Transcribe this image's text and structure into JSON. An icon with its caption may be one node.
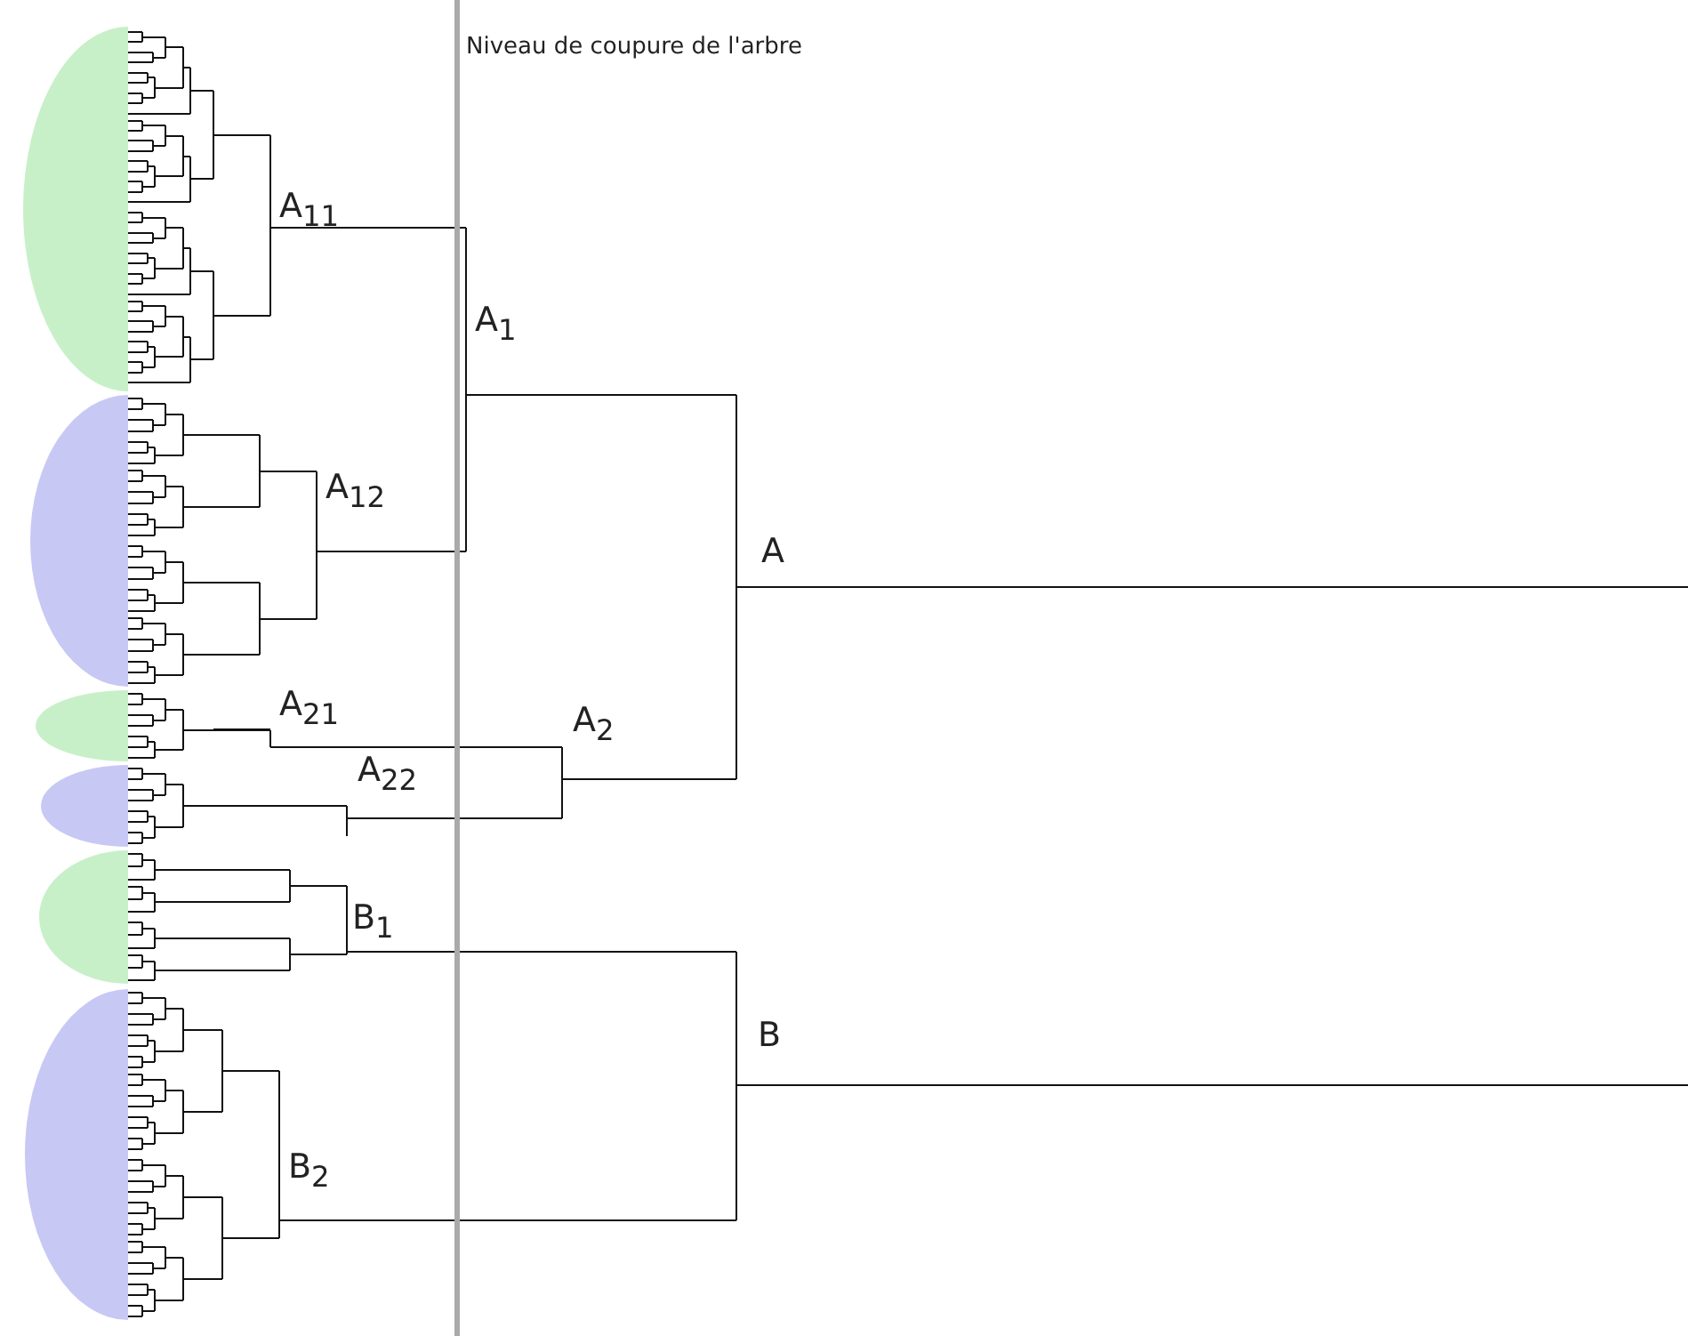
{
  "diagram": {
    "labels": [
      "Niveau de coupure de l'arbre",
      "A$_{1}$$_{1}$",
      "A$_{1}$",
      "A$_{1}$$_{2}$",
      "A",
      "A$_{2}$$_{1}$",
      "A$_{2}$",
      "A$_{2}$$_{2}$",
      "B$_{1}$",
      "B",
      "B$_{2}$"
    ]
  }
}
